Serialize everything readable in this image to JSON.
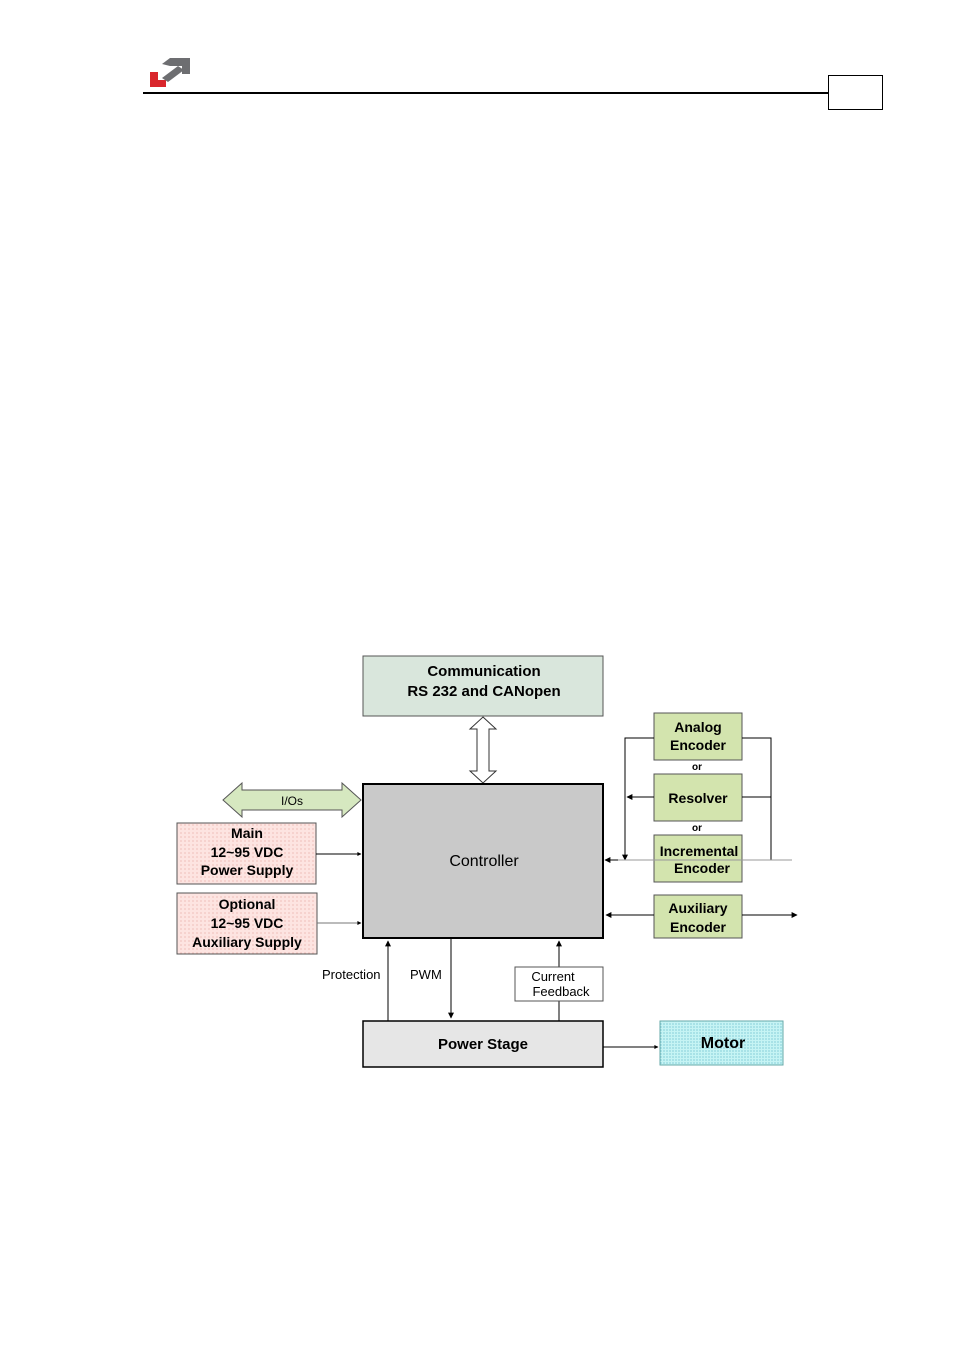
{
  "header": {
    "page_number": ""
  },
  "diagram": {
    "communication": {
      "line1": "Communication",
      "line2": "RS 232 and CANopen"
    },
    "ios": "I/Os",
    "controller": "Controller",
    "main_supply": {
      "line1": "Main",
      "line2": "12~95 VDC",
      "line3": "Power Supply"
    },
    "aux_supply": {
      "line1": "Optional",
      "line2": "12~95 VDC",
      "line3": "Auxiliary Supply"
    },
    "analog_encoder": {
      "line1": "Analog",
      "line2": "Encoder"
    },
    "or_1": "or",
    "resolver": "Resolver",
    "or_2": "or",
    "incremental_encoder": {
      "line1": "Incremental",
      "line2": "Encoder"
    },
    "auxiliary_encoder": {
      "line1": "Auxiliary",
      "line2": "Encoder"
    },
    "protection": "Protection",
    "pwm": "PWM",
    "current_feedback": {
      "line1": "Current",
      "line2": "Feedback"
    },
    "power_stage": "Power Stage",
    "motor": "Motor"
  },
  "colors": {
    "logo_red": "#d9262c",
    "logo_gray": "#6d6e71",
    "communication_fill": "#d9e6dc",
    "controller_fill": "#c9c9c9",
    "supply_fill": "#fde4e1",
    "encoder_fill": "#d3e4ae",
    "ios_fill": "#d6e8c0",
    "power_stage_fill": "#e6e6e6",
    "motor_fill": "#c6f4f4"
  }
}
